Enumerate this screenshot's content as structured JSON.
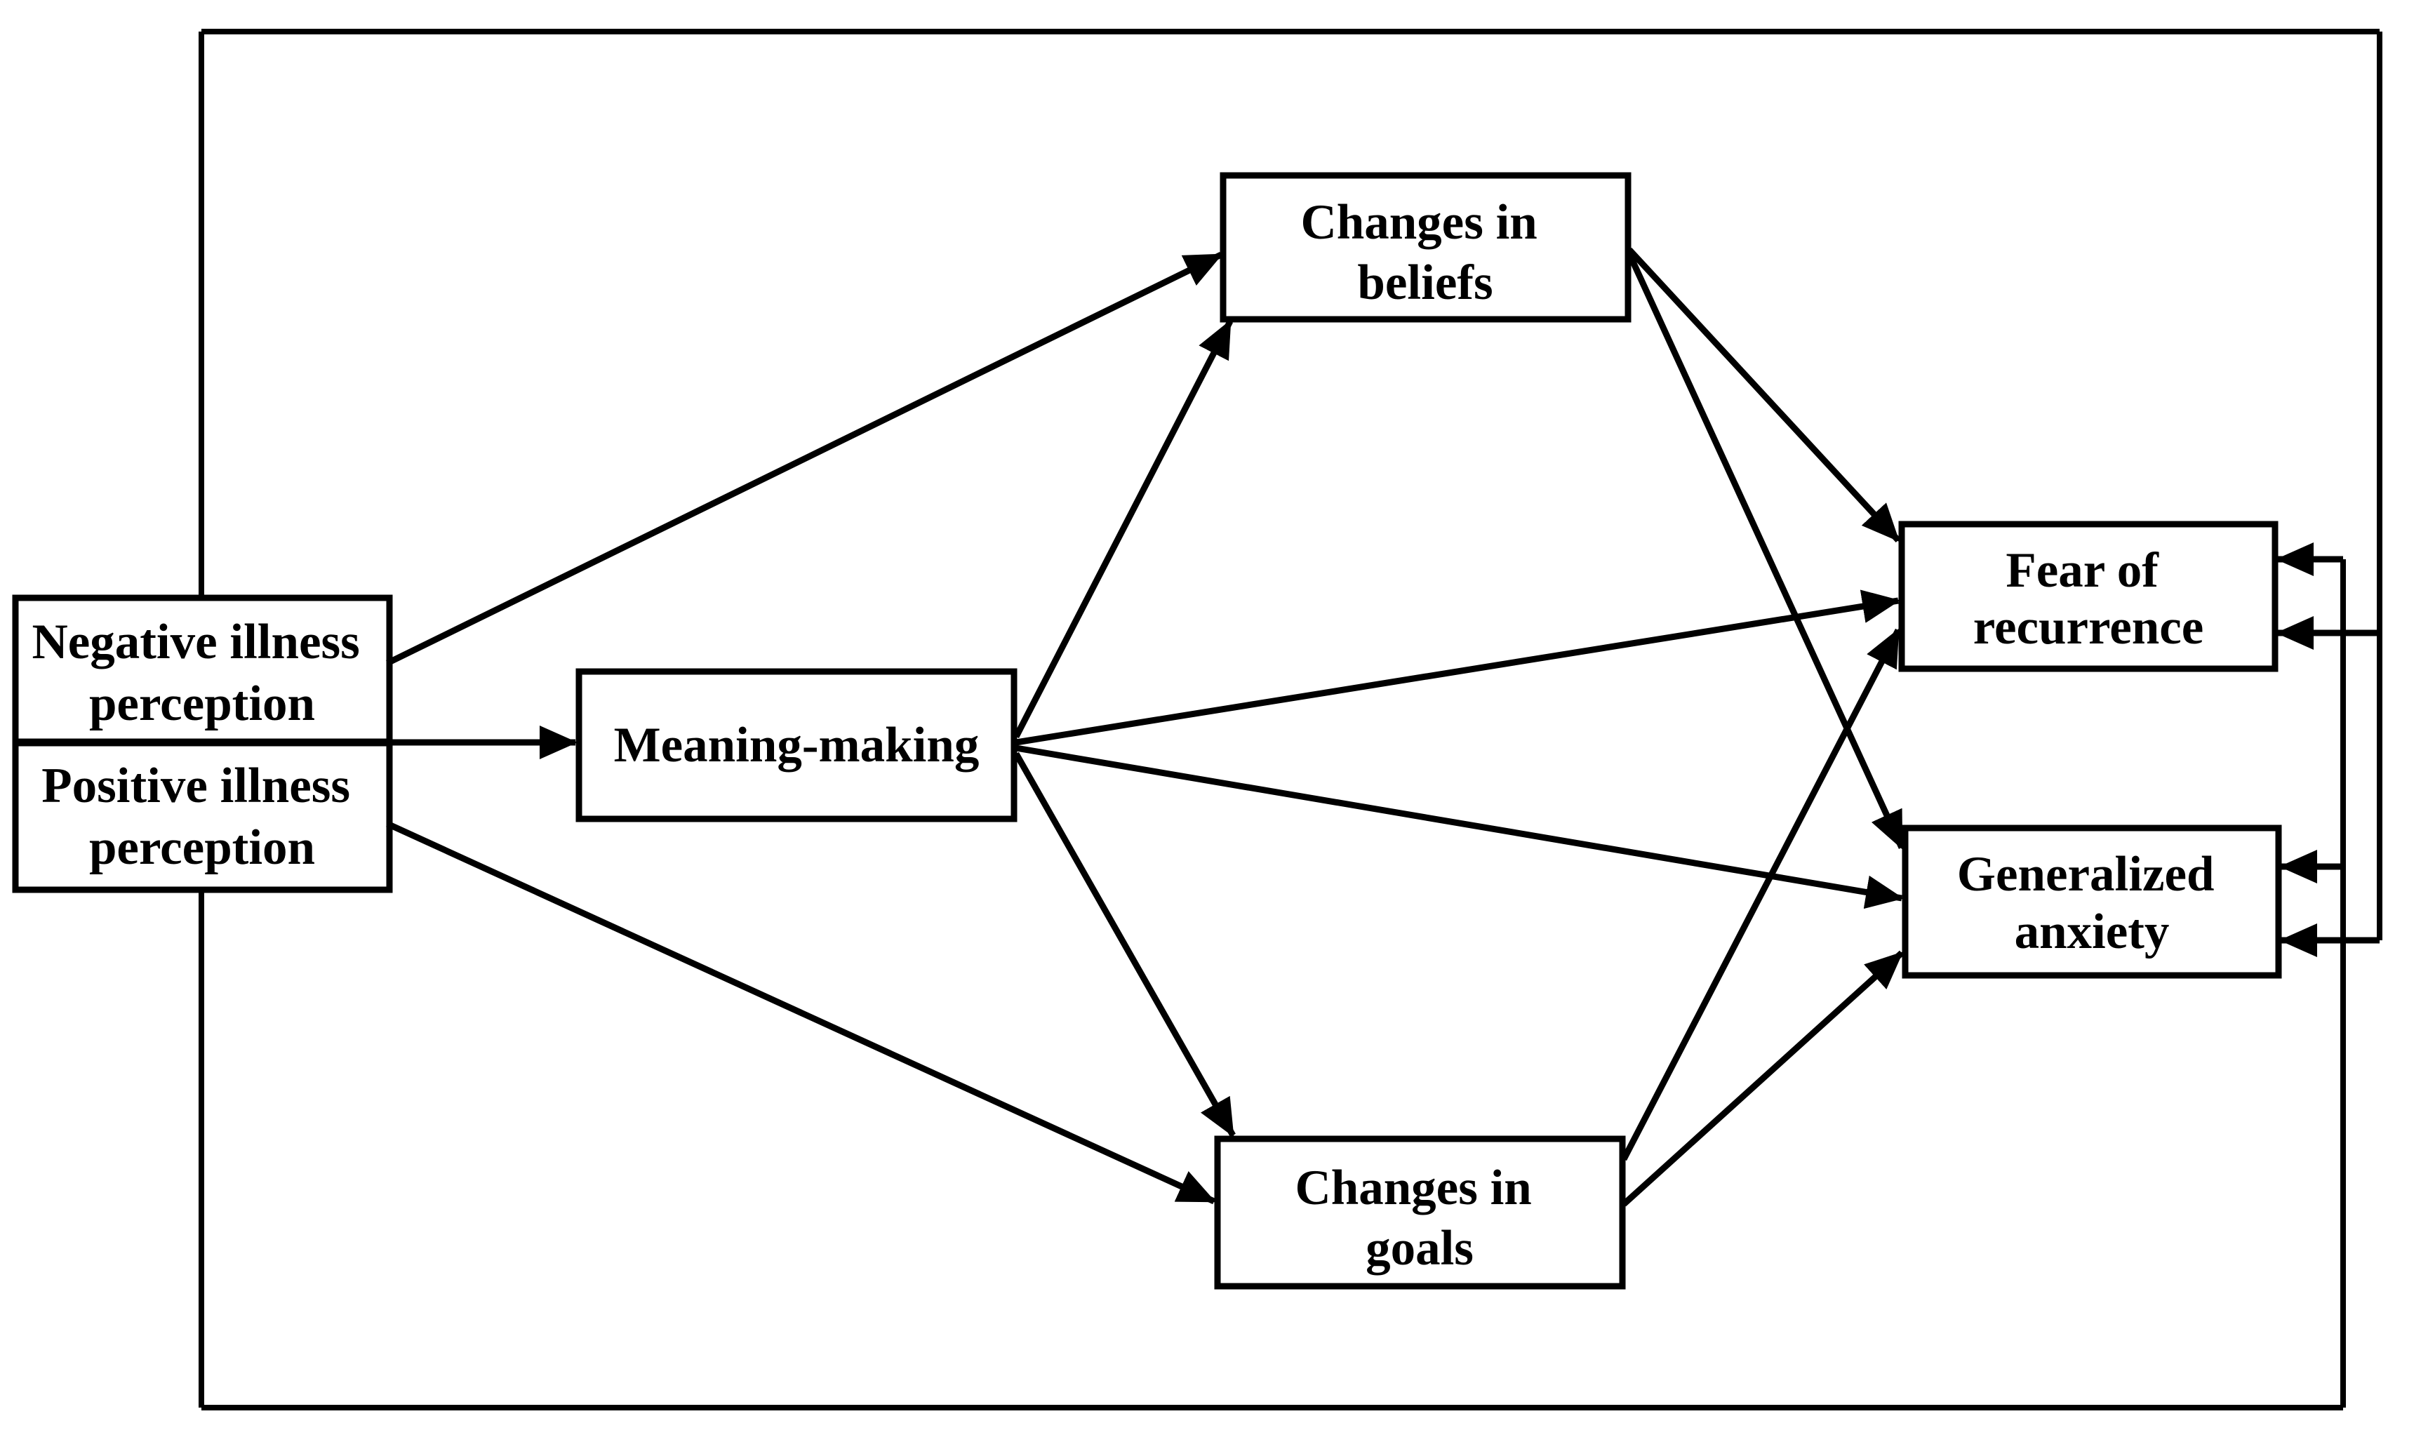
{
  "figure": {
    "type": "path-model-diagram",
    "background": "#ffffff",
    "ink": "#000000",
    "nodes": {
      "negative_illness_perception": {
        "line1": "Negative illness",
        "line2": "perception"
      },
      "positive_illness_perception": {
        "line1": "Positive illness",
        "line2": "perception"
      },
      "meaning_making": {
        "label": "Meaning-making"
      },
      "changes_in_beliefs": {
        "line1": "Changes in",
        "line2": "beliefs"
      },
      "changes_in_goals": {
        "line1": "Changes in",
        "line2": "goals"
      },
      "fear_of_recurrence": {
        "line1": "Fear of",
        "line2": "recurrence"
      },
      "generalized_anxiety": {
        "line1": "Generalized",
        "line2": "anxiety"
      }
    },
    "edges": [
      {
        "from": "negative_illness_perception",
        "to": "changes_in_beliefs"
      },
      {
        "from": "illness_perception",
        "to": "meaning_making"
      },
      {
        "from": "positive_illness_perception",
        "to": "changes_in_goals"
      },
      {
        "from": "meaning_making",
        "to": "changes_in_beliefs"
      },
      {
        "from": "meaning_making",
        "to": "fear_of_recurrence"
      },
      {
        "from": "meaning_making",
        "to": "generalized_anxiety"
      },
      {
        "from": "meaning_making",
        "to": "changes_in_goals"
      },
      {
        "from": "changes_in_beliefs",
        "to": "fear_of_recurrence"
      },
      {
        "from": "changes_in_beliefs",
        "to": "generalized_anxiety"
      },
      {
        "from": "changes_in_goals",
        "to": "fear_of_recurrence"
      },
      {
        "from": "changes_in_goals",
        "to": "generalized_anxiety"
      },
      {
        "from": "outside_frame",
        "to": "fear_of_recurrence"
      },
      {
        "from": "outside_frame",
        "to": "fear_of_recurrence"
      },
      {
        "from": "outside_frame",
        "to": "generalized_anxiety"
      },
      {
        "from": "outside_frame",
        "to": "generalized_anxiety"
      }
    ]
  }
}
